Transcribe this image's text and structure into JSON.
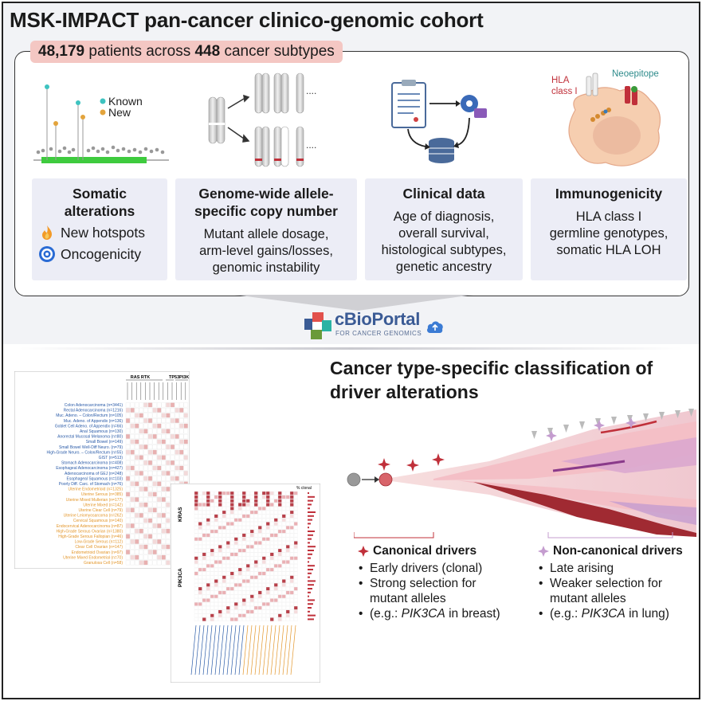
{
  "title": "MSK-IMPACT pan-cancer clinico-genomic cohort",
  "banner": {
    "patients": "48,179",
    "mid": " patients across ",
    "subtypes": "448",
    "end": " cancer subtypes"
  },
  "lollipop_legend": {
    "known": "Known",
    "new": "New"
  },
  "colors": {
    "known": "#3ec3c0",
    "new": "#e3a43c",
    "domain": "#3ecb3e",
    "canonical": "#c0303a",
    "noncanonical": "#c49ccf",
    "banner": "#f4c7c3",
    "cbioportal": "#3b5b95"
  },
  "panels": {
    "somatic": {
      "head1": "Somatic",
      "head2": "alterations",
      "item1": "New hotspots",
      "item2": "Oncogenicity",
      "icon1": "flame-icon",
      "icon2": "target-icon"
    },
    "cn": {
      "head1": "Genome-wide allele-",
      "head2": "specific copy number",
      "l1": "Mutant allele dosage,",
      "l2": "arm-level gains/losses,",
      "l3": "genomic instability"
    },
    "clinical": {
      "head": "Clinical data",
      "l1": "Age of diagnosis,",
      "l2": "overall survival,",
      "l3": "histological subtypes,",
      "l4": "genetic ancestry"
    },
    "immuno": {
      "head": "Immunogenicity",
      "l1": "HLA class I",
      "l2": "germline genotypes,",
      "l3": "somatic HLA LOH"
    }
  },
  "cell_labels": {
    "hla1": "HLA",
    "hla2": "class I",
    "neo": "Neoepitope"
  },
  "ellipsis": "....",
  "cbioportal": {
    "name": "cBioPortal",
    "sub": "FOR CANCER GENOMICS",
    "icon": "cloud-upload-icon"
  },
  "section2": {
    "title1": "Cancer type-specific classification of",
    "title2": "driver alterations"
  },
  "heatmap1": {
    "groups": [
      "RAS RTK",
      "TP53",
      "PI3K"
    ],
    "rows_blue": [
      "Colon Adenocarcinoma (n=3441)",
      "Rectal Adenocarcinoma (n=1216)",
      "Muc. Adeno. – Colon/Rectum (n=105)",
      "Muc. Adeno. of Appendix (n=136)",
      "Goblet Cell Adeno. of Appendix (n=66)",
      "Anal Squamous (n=130)",
      "Anorectal Mucosal Melanoma (n=80)",
      "Small Bowel (n=149)",
      "Small Bowel Well-Diff Neuro. (n=79)",
      "High-Grade Neuro. – Colon/Rectum (n=55)",
      "GIST (n=513)",
      "Stomach Adenocarcinoma (n=408)",
      "Esophageal Adenocarcinoma (n=427)",
      "Adenocarcinoma of GEJ (n=248)",
      "Esophageal Squamous (n=103)",
      "Poorly Diff. Carc. of Stomach (n=76)"
    ],
    "rows_orange": [
      "Uterine Endometrioid (n=1325)",
      "Uterine Serous (n=385)",
      "Uterine Mixed Mullerian (n=177)",
      "Uterine Mixed (n=142)",
      "Uterine Clear Cell (n=79)",
      "Uterine Leiomyosarcoma (n=262)",
      "Cervical Squamous (n=140)",
      "Endocervical Adenocarcinoma (n=87)",
      "High-Grade Serous Ovarian (n=1380)",
      "High-Grade Serous Fallopian (n=46)",
      "Low-Grade Serous (n=112)",
      "Clear Cell Ovarian (n=147)",
      "Endometrioid Ovarian (n=97)",
      "Uterine Mixed Endometrial (n=70)",
      "Granulosa Cell (n=58)"
    ]
  },
  "heatmap2": {
    "genes": [
      "KRAS",
      "PIK3CA"
    ],
    "clonal_label": "% clonal"
  },
  "canonical": {
    "head": "Canonical drivers",
    "b1": "Early drivers (clonal)",
    "b2": "Strong selection for",
    "b2b": "mutant alleles",
    "b3pre": "(e.g.: ",
    "b3gene": "PIK3CA",
    "b3post": " in breast)"
  },
  "noncanonical": {
    "head": "Non-canonical drivers",
    "b1": "Late arising",
    "b2": "Weaker selection for",
    "b2b": "mutant alleles",
    "b3pre": "(e.g.: ",
    "b3gene": "PIK3CA",
    "b3post": " in lung)"
  }
}
